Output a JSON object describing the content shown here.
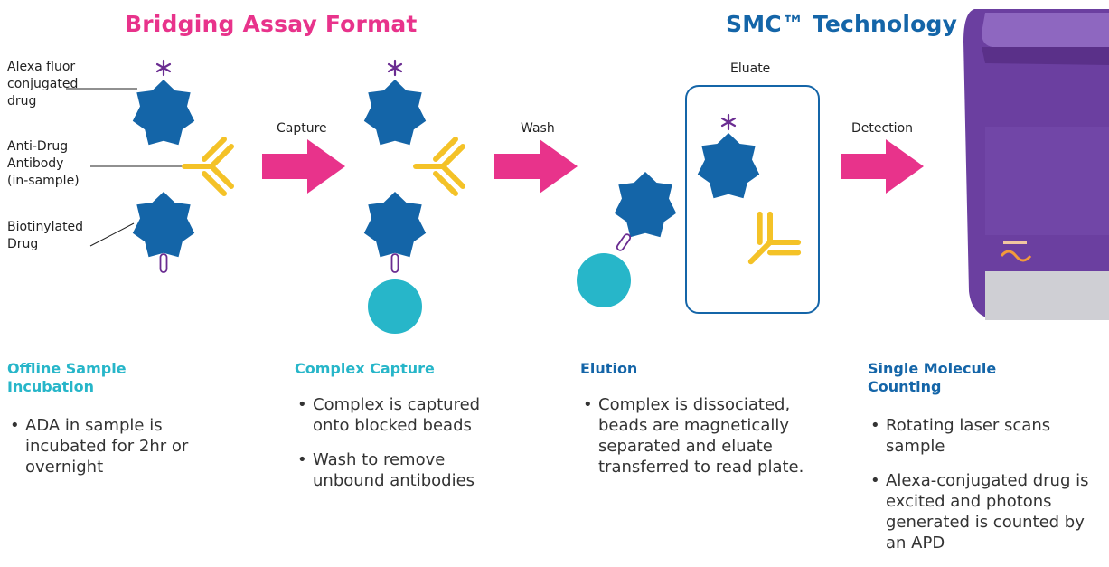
{
  "headers": {
    "bridging": "Bridging Assay Format",
    "smc": "SMC™ Technology"
  },
  "legend": {
    "alexa": [
      "Alexa fluor",
      "conjugated",
      "drug"
    ],
    "antibody": [
      "Anti-Drug",
      "Antibody",
      "(in-sample)"
    ],
    "biotin": [
      "Biotinylated",
      "Drug"
    ]
  },
  "steps": {
    "capture": "Capture",
    "wash": "Wash",
    "eluate": "Eluate",
    "detection": "Detection"
  },
  "stages": [
    {
      "title_lines": [
        "Offline Sample",
        "Incubation"
      ],
      "bullets": [
        "ADA in sample is incubated for 2hr or overnight"
      ]
    },
    {
      "title_lines": [
        "Complex Capture"
      ],
      "bullets": [
        "Complex is captured onto blocked beads",
        "Wash to remove unbound antibodies"
      ]
    },
    {
      "title_lines": [
        "Elution"
      ],
      "bullets": [
        "Complex is dissociated, beads are magnetically separated and eluate transferred to read plate."
      ]
    },
    {
      "title_lines": [
        "Single Molecule",
        "Counting"
      ],
      "bullets": [
        "Rotating laser scans sample",
        "Alexa-conjugated drug is excited and photons generated is counted by an APD"
      ]
    }
  ],
  "colors": {
    "pink": "#e8338b",
    "navy": "#1465a8",
    "cyan": "#27b6c9",
    "gold": "#f4c227",
    "purple": "#6a2c91",
    "instrument": "#6b3fa0"
  }
}
